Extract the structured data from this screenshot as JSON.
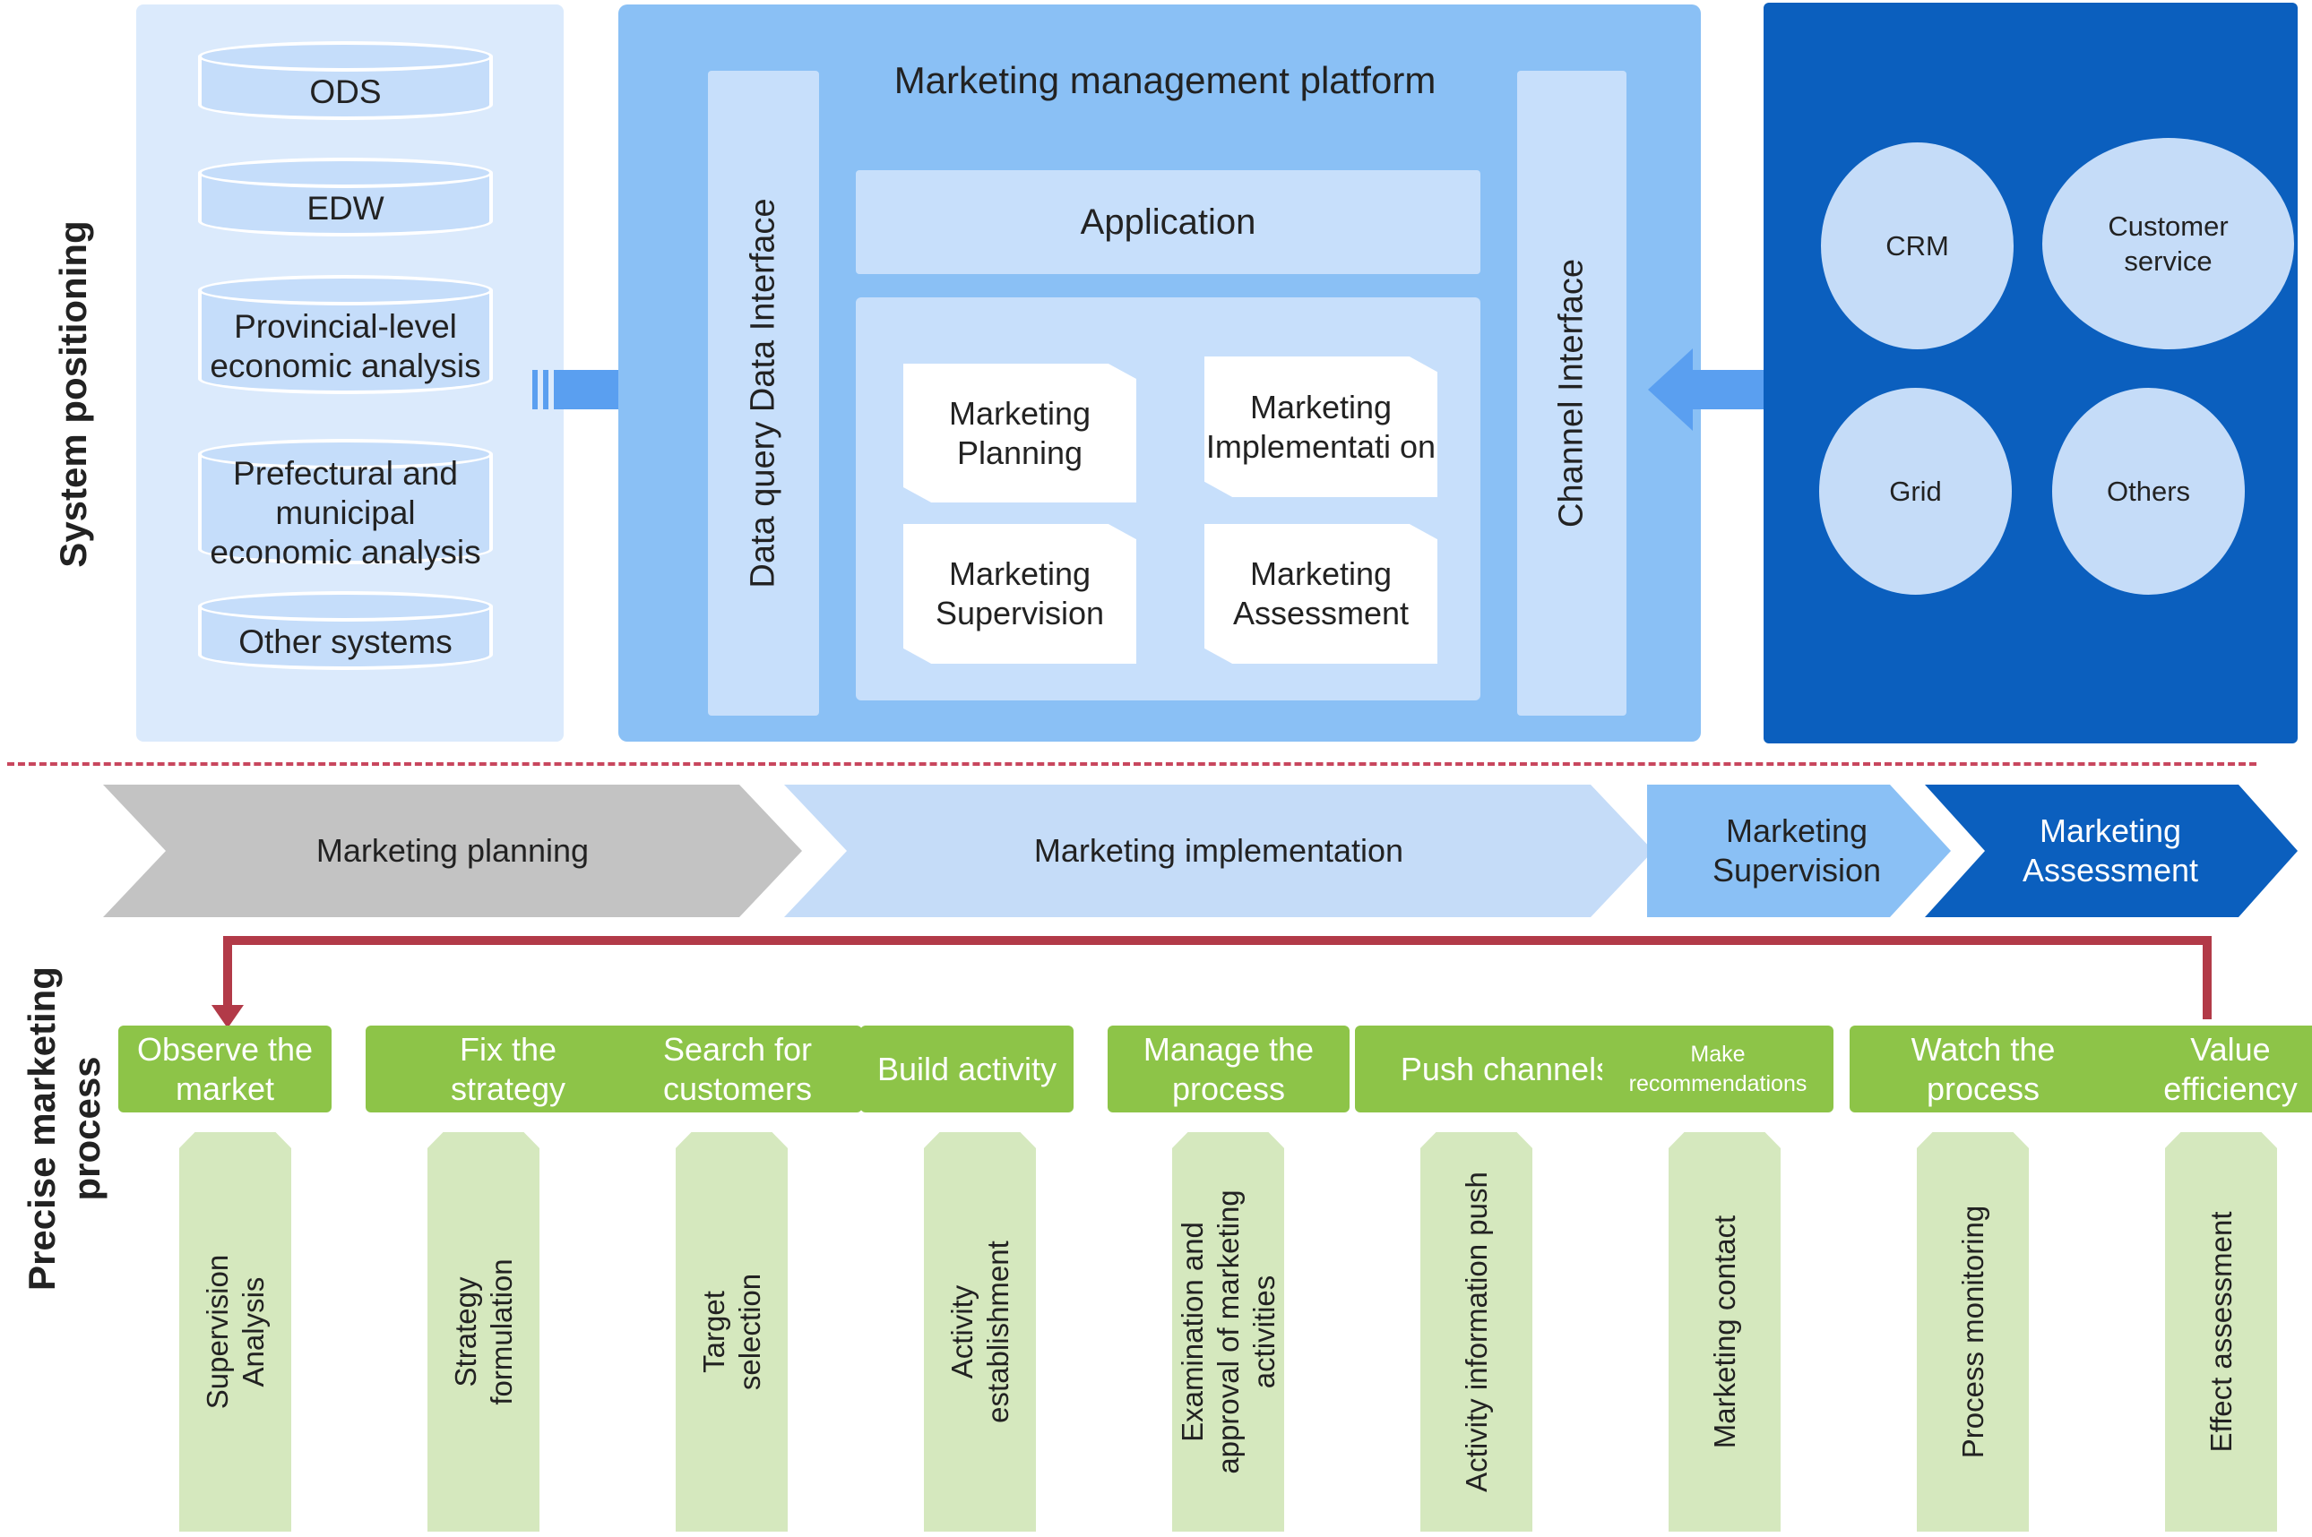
{
  "system_positioning_label": "System positioning",
  "precise_process_label_line1": "Precise marketing",
  "precise_process_label_line2": "process",
  "data_sources": [
    "ODS",
    "EDW",
    "Provincial-level economic analysis",
    "Prefectural and municipal economic analysis",
    "Other systems"
  ],
  "platform": {
    "title": "Marketing management platform",
    "data_interface": "Data query Data Interface",
    "channel_interface": "Channel Interface",
    "application": "Application",
    "modules": [
      "Marketing Planning",
      "Marketing Implementati on",
      "Marketing Supervision",
      "Marketing Assessment"
    ]
  },
  "channels": [
    "CRM",
    "Customer service",
    "Grid",
    "Others"
  ],
  "phases": [
    "Marketing planning",
    "Marketing implementation",
    "Marketing Supervision",
    "Marketing Assessment"
  ],
  "steps": [
    {
      "title": "Observe the market",
      "detail": "Supervision Analysis"
    },
    {
      "title": "Fix the strategy",
      "detail": "Strategy formulation"
    },
    {
      "title": "Search for customers",
      "detail": "Target selection"
    },
    {
      "title": "Build activity",
      "detail": "Activity establishment"
    },
    {
      "title": "Manage the process",
      "detail": "Examination and approval of marketing activities"
    },
    {
      "title": "Push channels",
      "detail": "Activity information push"
    },
    {
      "title": "Make recommendations",
      "detail": "Marketing contact"
    },
    {
      "title": "Watch the process",
      "detail": "Process monitoring"
    },
    {
      "title": "Value efficiency",
      "detail": "Effect assessment"
    }
  ],
  "colors": {
    "light_panel": "#dbeafc",
    "platform": "#8ac0f5",
    "channel_panel": "#0b5fbe",
    "green_title": "#8dc448",
    "green_detail": "#d5e8be",
    "loop_line": "#b23a48",
    "divider": "#c8475e"
  }
}
